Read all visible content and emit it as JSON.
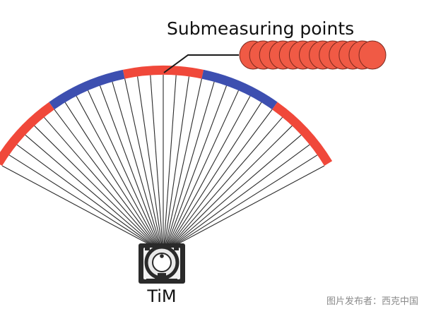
{
  "callout": {
    "title": "Submeasuring points",
    "submeasuring_point_count": 13
  },
  "device": {
    "label": "TiM",
    "beam_count": 31
  },
  "scan_arc": {
    "segment_pattern": [
      "red",
      "blue",
      "red",
      "blue",
      "red"
    ]
  },
  "credit": {
    "text": "图片发布者：西克中国"
  },
  "colors": {
    "red": "#f0483a",
    "blue": "#3d4fb0",
    "beam": "#2a2a2a",
    "outline": "#222222",
    "submeasuring_fill": "#f05a45",
    "submeasuring_stroke": "#7a2a20"
  }
}
